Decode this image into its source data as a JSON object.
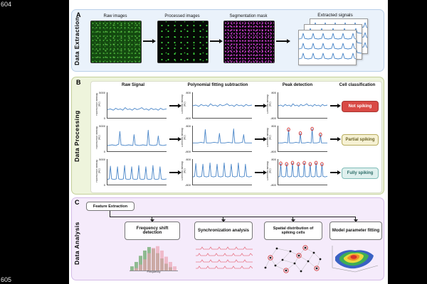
{
  "page": {
    "line_top": "604",
    "line_bottom": "605"
  },
  "panel_a": {
    "label": "A",
    "side_label": "Data Extraction",
    "steps": [
      {
        "caption": "Raw images"
      },
      {
        "caption": "Processed images"
      },
      {
        "caption": "Segmentation mask"
      }
    ],
    "output_label": "Extracted signals"
  },
  "panel_b": {
    "label": "B",
    "side_label": "Data Processing",
    "columns": [
      "Raw Signal",
      "Polynomial fitting subtraction",
      "Peak detection",
      "Cell classification"
    ],
    "raw_axis_label": "Fluorescence Intensity (AU)",
    "corrected_axis_label": "Corrected Intensity (AU)",
    "raw_tick_top": "5000",
    "raw_tick_bottom": "0",
    "corrected_tick_top": "800",
    "corrected_tick_bottom": "-800",
    "classes": [
      {
        "label": "Not spiking",
        "bg": "#d94a45",
        "fg": "#ffffff",
        "border": "#a83530"
      },
      {
        "label": "Partial spiking",
        "bg": "#f6f1d3",
        "fg": "#6b6326",
        "border": "#b8ad5e"
      },
      {
        "label": "Fully spiking",
        "bg": "#dff0ee",
        "fg": "#2a6b66",
        "border": "#7fbcb8"
      }
    ]
  },
  "panel_c": {
    "label": "C",
    "side_label": "Data Analysis",
    "feature_box_label": "Feature Extraction",
    "analyses": [
      {
        "label": "Frequency shift detection"
      },
      {
        "label": "Synchronization analysis"
      },
      {
        "label": "Spatial distribution of spiking cells"
      },
      {
        "label": "Model parameter fitting"
      }
    ],
    "histogram_xlabel": "Frequency"
  }
}
